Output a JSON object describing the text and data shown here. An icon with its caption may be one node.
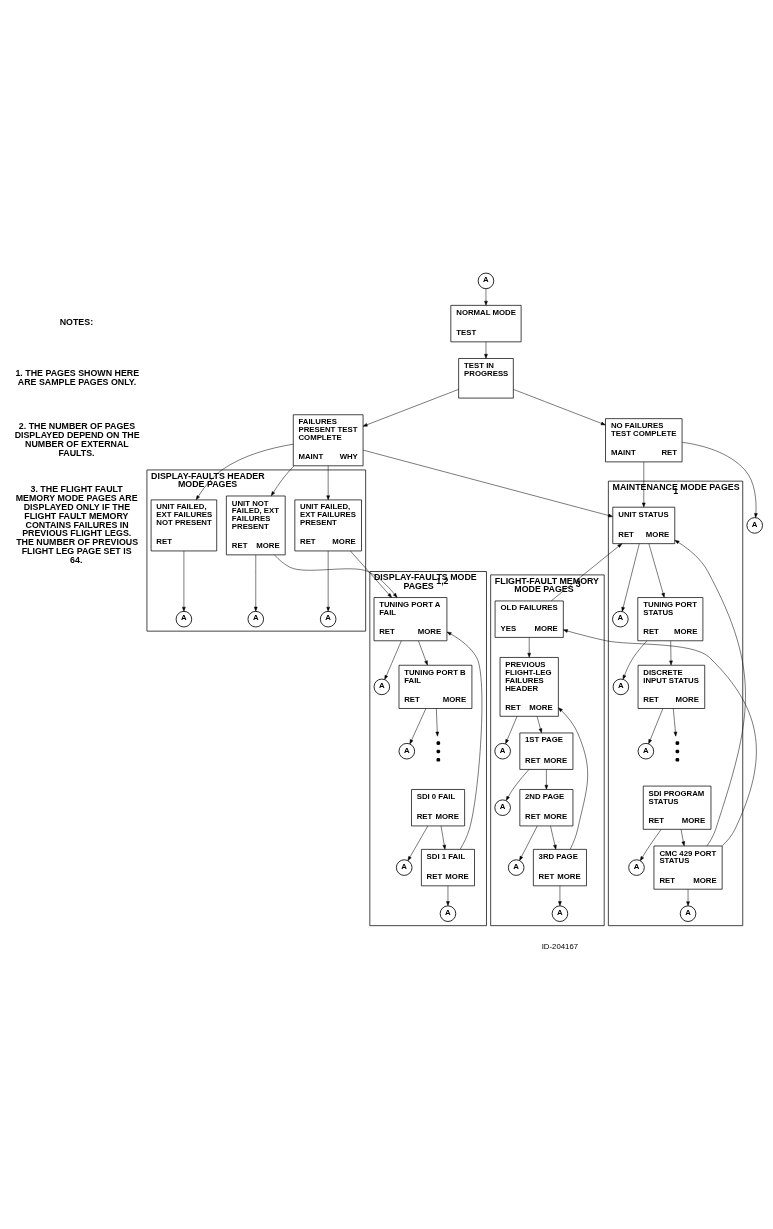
{
  "diagram": {
    "nodes": [
      {
        "text": [
          "NORMAL MODE",
          "TEST"
        ]
      },
      {
        "text": [
          "A"
        ]
      },
      {
        "text": [
          "TEST IN PROGRESS"
        ]
      },
      {
        "text": [
          "FAILURES PRESENT TEST COMPLETE",
          "MAINT",
          "WHY"
        ]
      },
      {
        "text": [
          "NO FAILURES TEST COMPLETE",
          "MAINT",
          "RET"
        ]
      },
      {
        "text": [
          "A"
        ]
      },
      {
        "text": [
          "DISPLAY-FAULTS HEADER MODE PAGES"
        ]
      },
      {
        "text": [
          "UNIT NOT FAILED, EXT FAILURES PRESENT",
          "RET",
          "MORE"
        ],
        "in": 6
      },
      {
        "text": [
          "UNIT FAILED, EXT FAILURES PRESENT",
          "RET",
          "MORE"
        ],
        "in": 6
      },
      {
        "text": [
          "UNIT FAILED, EXT FAILURES NOT PRESENT",
          "RET"
        ],
        "in": 6
      },
      {
        "text": [
          "A"
        ],
        "in": 6
      },
      {
        "text": [
          "A"
        ],
        "in": 6
      },
      {
        "text": [
          "A"
        ],
        "in": 6
      },
      {
        "text": [
          "MAINTENANCE MODE PAGES $^{1}$"
        ]
      },
      {
        "text": [
          "UNIT STATUS",
          "RET",
          "MORE"
        ],
        "in": 13
      },
      {
        "text": [
          "A"
        ],
        "in": 13
      },
      {
        "text": [
          "TUNING PORT STATUS",
          "RET",
          "MORE"
        ],
        "in": 13
      },
      {
        "text": [
          "A"
        ],
        "in": 13
      },
      {
        "text": [
          "DISCRETE INPUT STATUS",
          "RET",
          "MORE"
        ],
        "in": 13
      },
      {
        "text": [
          "A"
        ],
        "in": 13
      },
      {
        "text": [],
        "shape": "dots",
        "in": 13
      },
      {
        "text": [
          "SDI PROGRAM STATUS",
          "RET",
          "MORE"
        ],
        "in": 13
      },
      {
        "text": [
          "A"
        ],
        "in": 13
      },
      {
        "text": [
          "CMC 429 PORT STATUS",
          "RET",
          "MORE"
        ],
        "in": 13
      },
      {
        "text": [
          "A"
        ],
        "in": 13
      },
      {
        "text": [
          "DISPLAY-FAULTS MODE PAGES $^{1,2}$"
        ]
      },
      {
        "text": [
          "TUNING PORT A FAIL",
          "RET",
          "MORE"
        ],
        "in": 25
      },
      {
        "text": [
          "A"
        ],
        "in": 25
      },
      {
        "text": [
          "TUNING PORT B FAIL",
          "RET",
          "MORE"
        ],
        "in": 25
      },
      {
        "text": [
          "A"
        ],
        "in": 25
      },
      {
        "text": [],
        "shape": "dots",
        "in": 25
      },
      {
        "text": [
          "SDI 0 FAIL",
          "RET",
          "MORE"
        ],
        "in": 25
      },
      {
        "text": [
          "A"
        ],
        "in": 25
      },
      {
        "text": [
          "SDI 1 FAIL",
          "RET",
          "MORE"
        ],
        "in": 25
      },
      {
        "text": [
          "A"
        ],
        "in": 25
      },
      {
        "text": [
          "FLIGHT-FAULT MEMORY MODE PAGES $^{3}$"
        ]
      },
      {
        "text": [
          "OLD FAILURES",
          "YES",
          "MORE"
        ],
        "in": 35
      },
      {
        "text": [
          "PREVIOUS FLIGHT-LEG FAILURES HEADER",
          "RET",
          "MORE"
        ],
        "in": 35
      },
      {
        "text": [
          "A"
        ],
        "in": 35
      },
      {
        "text": [
          "1ST PAGE",
          "RET",
          "MORE"
        ],
        "in": 35
      },
      {
        "text": [
          "A"
        ],
        "in": 35
      },
      {
        "text": [
          "2ND PAGE",
          "RET",
          "MORE"
        ],
        "in": 35
      },
      {
        "text": [
          "A"
        ],
        "in": 35
      },
      {
        "text": [
          "3RD PAGE",
          "RET",
          "MORE"
        ],
        "in": 35
      },
      {
        "text": [
          "A"
        ],
        "in": 35
      }
    ],
    "edges": [
      {
        "from": 1,
        "to": 0,
        "arrow": "to"
      },
      {
        "from": 0,
        "to": 2,
        "arrow": "to"
      },
      {
        "from": 2,
        "to": 3,
        "arrow": "to"
      },
      {
        "from": 2,
        "to": 4,
        "arrow": "to"
      },
      {
        "from": 3,
        "to": 7,
        "arrow": "to"
      },
      {
        "from": 3,
        "to": 8,
        "arrow": "to"
      },
      {
        "from": 3,
        "to": 9,
        "arrow": "to"
      },
      {
        "from": 3,
        "to": 14,
        "arrow": "to"
      },
      {
        "from": 4,
        "to": 14,
        "arrow": "to"
      },
      {
        "from": 4,
        "to": 5,
        "arrow": "to"
      },
      {
        "from": 7,
        "to": 10,
        "arrow": "to"
      },
      {
        "from": 8,
        "to": 11,
        "arrow": "to"
      },
      {
        "from": 9,
        "to": 12,
        "arrow": "to"
      },
      {
        "from": 7,
        "to": 26,
        "arrow": "to"
      },
      {
        "from": 8,
        "to": 26,
        "arrow": "to"
      },
      {
        "from": 14,
        "to": 15,
        "arrow": "to"
      },
      {
        "from": 14,
        "to": 16,
        "arrow": "to"
      },
      {
        "from": 16,
        "to": 17,
        "arrow": "to"
      },
      {
        "from": 16,
        "to": 18,
        "arrow": "to"
      },
      {
        "from": 18,
        "to": 19,
        "arrow": "to"
      },
      {
        "from": 18,
        "to": 20,
        "arrow": "to"
      },
      {
        "from": 21,
        "to": 22,
        "arrow": "to"
      },
      {
        "from": 21,
        "to": 23,
        "arrow": "to"
      },
      {
        "from": 23,
        "to": 24,
        "arrow": "to"
      },
      {
        "from": 23,
        "to": 14,
        "arrow": "to"
      },
      {
        "from": 23,
        "to": 36,
        "arrow": "to"
      },
      {
        "from": 26,
        "to": 27,
        "arrow": "to"
      },
      {
        "from": 26,
        "to": 28,
        "arrow": "to"
      },
      {
        "from": 28,
        "to": 29,
        "arrow": "to"
      },
      {
        "from": 28,
        "to": 30,
        "arrow": "to"
      },
      {
        "from": 31,
        "to": 32,
        "arrow": "to"
      },
      {
        "from": 31,
        "to": 33,
        "arrow": "to"
      },
      {
        "from": 33,
        "to": 34,
        "arrow": "to"
      },
      {
        "from": 33,
        "to": 26,
        "arrow": "to"
      },
      {
        "from": 36,
        "to": 37,
        "arrow": "to"
      },
      {
        "from": 36,
        "to": 14,
        "arrow": "to"
      },
      {
        "from": 37,
        "to": 38,
        "arrow": "to"
      },
      {
        "from": 37,
        "to": 39,
        "arrow": "to"
      },
      {
        "from": 39,
        "to": 40,
        "arrow": "to"
      },
      {
        "from": 39,
        "to": 41,
        "arrow": "to"
      },
      {
        "from": 41,
        "to": 42,
        "arrow": "to"
      },
      {
        "from": 41,
        "to": 43,
        "arrow": "to"
      },
      {
        "from": 43,
        "to": 44,
        "arrow": "to"
      },
      {
        "from": 43,
        "to": 37,
        "arrow": "to"
      }
    ],
    "labels": [
      "NOTES:",
      "1. THE PAGES SHOWN HERE ARE SAMPLE PAGES ONLY.",
      "2. THE NUMBER OF PAGES DISPLAYED DEPEND ON THE NUMBER OF EXTERNAL FAULTS.",
      "3. THE FLIGHT FAULT MEMORY MODE PAGES ARE DISPLAYED ONLY IF THE FLIGHT FAULT MEMORY CONTAINS FAILURES IN PREVIOUS FLIGHT LEGS. THE NUMBER OF PREVIOUS FLIGHT LEG PAGE SET IS 64.",
      "ID-204167"
    ]
  }
}
